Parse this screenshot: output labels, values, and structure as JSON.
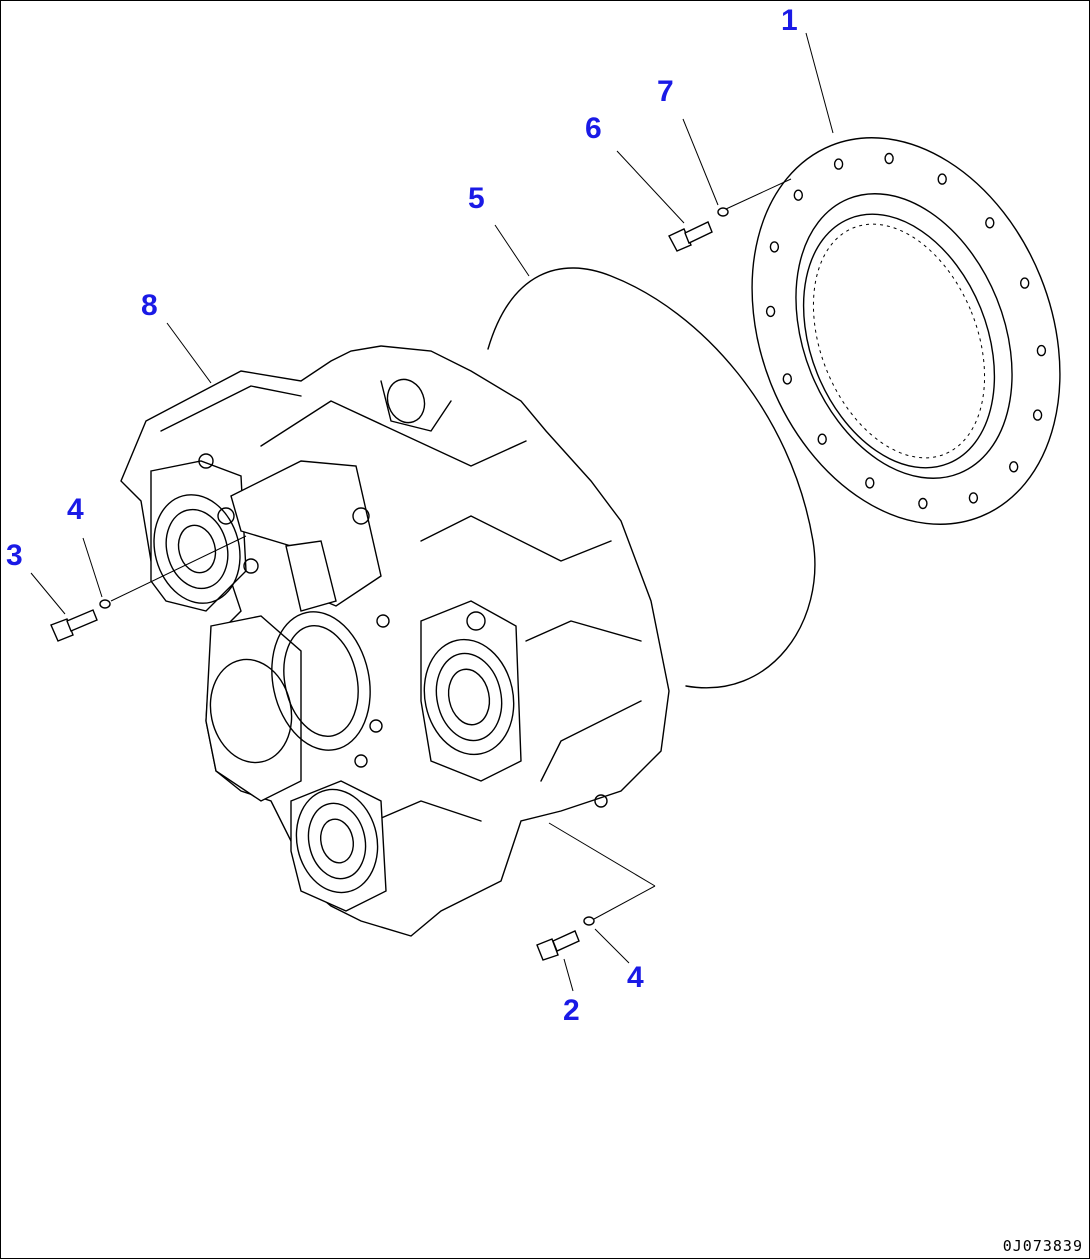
{
  "callouts": [
    {
      "id": "1",
      "label": "1"
    },
    {
      "id": "2",
      "label": "2"
    },
    {
      "id": "3",
      "label": "3"
    },
    {
      "id": "4a",
      "label": "4"
    },
    {
      "id": "4b",
      "label": "4"
    },
    {
      "id": "5",
      "label": "5"
    },
    {
      "id": "6",
      "label": "6"
    },
    {
      "id": "7",
      "label": "7"
    },
    {
      "id": "8",
      "label": "8"
    }
  ],
  "drawing_number": "0J073839",
  "colors": {
    "callout": "#1a1ae6",
    "line": "#000000",
    "background": "#ffffff"
  }
}
